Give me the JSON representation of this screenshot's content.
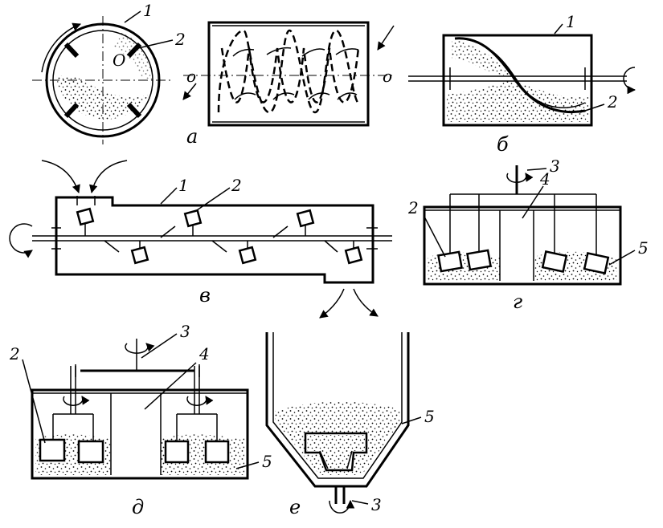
{
  "labels": {
    "callout_1": "1",
    "callout_2": "2",
    "callout_3": "3",
    "callout_4": "4",
    "callout_5": "5",
    "axis_o": "o",
    "axis_O": "O"
  },
  "captions": {
    "a": "а",
    "b": "б",
    "v": "в",
    "g": "г",
    "d": "д",
    "e": "е"
  }
}
